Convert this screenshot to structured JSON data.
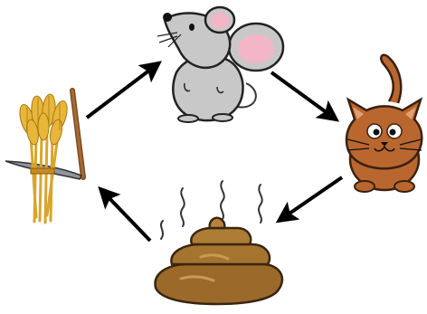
{
  "diagram": {
    "nodes": [
      {
        "id": "wheat",
        "icon": "wheat-and-scythe-icon"
      },
      {
        "id": "mouse",
        "icon": "mouse-icon"
      },
      {
        "id": "cat",
        "icon": "cat-icon"
      },
      {
        "id": "poop",
        "icon": "poop-icon"
      }
    ],
    "edges": [
      {
        "from": "wheat",
        "to": "mouse"
      },
      {
        "from": "mouse",
        "to": "cat"
      },
      {
        "from": "cat",
        "to": "poop"
      },
      {
        "from": "poop",
        "to": "wheat"
      }
    ]
  },
  "colors": {
    "background": "#ffffff",
    "arrow": "#000000",
    "mouse_body": "#c8c8c8",
    "mouse_ear_inner": "#f2b6c6",
    "cat_fur": "#b9672f",
    "poop": "#9b6a2a",
    "wheat": "#e2b339",
    "scythe_blade": "#9aa0a6",
    "scythe_handle": "#8a5a2b"
  }
}
